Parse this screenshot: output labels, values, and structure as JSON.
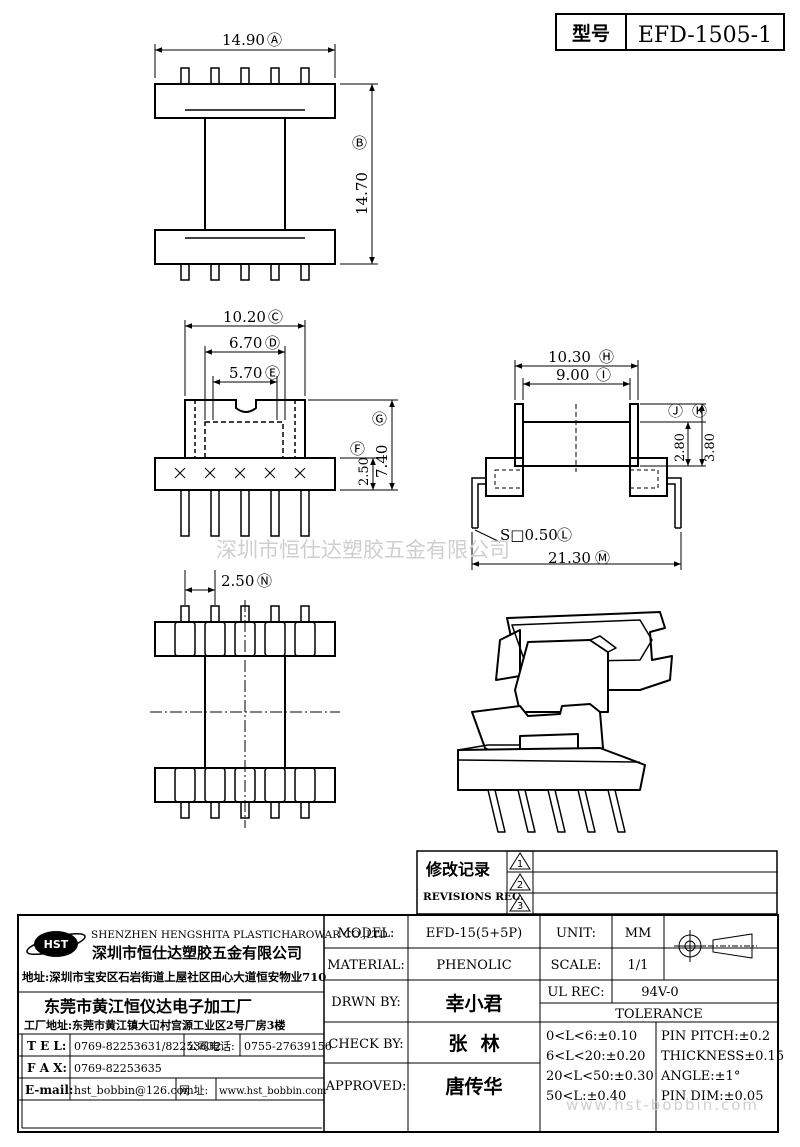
{
  "title": {
    "type_label": "型号",
    "model_code": "EFD-1505-1"
  },
  "dimensions": {
    "a": "14.90",
    "b": "14.70",
    "c": "10.20",
    "d": "6.70",
    "e": "5.70",
    "f": "2.50",
    "g": "7.40",
    "h": "10.30",
    "i": "9.00",
    "j": "2.80",
    "k": "3.80",
    "l": "S□0.50",
    "m": "21.30",
    "n": "2.50"
  },
  "dimension_markers": {
    "a": "Ⓐ",
    "b": "Ⓑ",
    "c": "Ⓒ",
    "d": "Ⓓ",
    "e": "Ⓔ",
    "f": "Ⓕ",
    "g": "Ⓖ",
    "h": "Ⓗ",
    "i": "Ⓘ",
    "j": "Ⓙ",
    "k": "Ⓚ",
    "l": "Ⓛ",
    "m": "Ⓜ",
    "n": "Ⓝ"
  },
  "watermarks": {
    "company_cn": "深圳市恒仕达塑胶五金有限公司",
    "website": "www.hst-bobbin.com"
  },
  "revisions": {
    "label_cn": "修改记录",
    "label_en": "REVISIONS REC.",
    "rows": [
      "1",
      "2",
      "3"
    ]
  },
  "company": {
    "logo": "HST",
    "name_en": "SHENZHEN HENGSHITA PLASTICHAROWAR CO.,LTD",
    "name_cn": "深圳市恒仕达塑胶五金有限公司",
    "address": "地址:深圳市宝安区石岩街道上屋社区田心大道恒安物业710",
    "factory": "东莞市黄江恒仪达电子加工厂",
    "factory_address": "工厂地址:东莞市黄江镇大冚村宫源工业区2号厂房3楼"
  },
  "contacts": {
    "tel_label": "T E L:",
    "tel": "0769-82253631/82253632",
    "company_phone_label": "公司电话:",
    "company_phone": "0755-27639156",
    "fax_label": "F A X:",
    "fax": "0769-82253635",
    "email_label": "E-mail:",
    "email": "hst_bobbin@126.com",
    "web_label": "网 址:",
    "web": "www.hst_bobbin.com"
  },
  "spec": {
    "model_label": "MODEL:",
    "model": "EFD-15(5+5P)",
    "unit_label": "UNIT:",
    "unit": "MM",
    "material_label": "MATERIAL:",
    "material": "PHENOLIC",
    "scale_label": "SCALE:",
    "scale": "1/1",
    "drawn_label": "DRWN BY:",
    "drawn": "幸小君",
    "ul_label": "UL REC:",
    "ul": "94V-0",
    "tolerance_label": "TOLERANCE",
    "check_label": "CHECK BY:",
    "check": "张  林",
    "approved_label": "APPROVED:",
    "approved": "唐传华"
  },
  "tolerances": {
    "t1": "0<L<6:±0.10",
    "t2": "6<L<20:±0.20",
    "t3": "20<L<50:±0.30",
    "t4": "50<L:±0.40",
    "pitch": "PIN PITCH:±0.2",
    "thickness": "THICKNESS±0.15",
    "angle": "ANGLE:±1°",
    "pin_dim": "PIN DIM:±0.05"
  }
}
